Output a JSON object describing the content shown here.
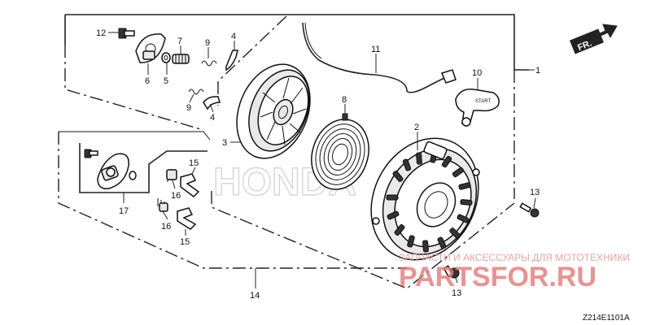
{
  "diagram": {
    "code": "Z214E1101A",
    "direction_label": "FR.",
    "callouts": {
      "c1": "1",
      "c2": "2",
      "c3": "3",
      "c4a": "4",
      "c4b": "4",
      "c5": "5",
      "c6": "6",
      "c7": "7",
      "c8": "8",
      "c9a": "9",
      "c9b": "9",
      "c10": "10",
      "c11": "11",
      "c12": "12",
      "c13a": "13",
      "c13b": "13",
      "c14": "14",
      "c15a": "15",
      "c15b": "15",
      "c16a": "16",
      "c16b": "16",
      "c17": "17"
    }
  },
  "watermark": {
    "tagline": "ЗАПЧАСТИ И АКСЕССУАРЫ ДЛЯ МОТОТЕХНИКИ",
    "brand": "PARTSFOR.RU",
    "logo_text": "HONDA"
  },
  "colors": {
    "line": "#222222",
    "watermark": "#e27878"
  }
}
